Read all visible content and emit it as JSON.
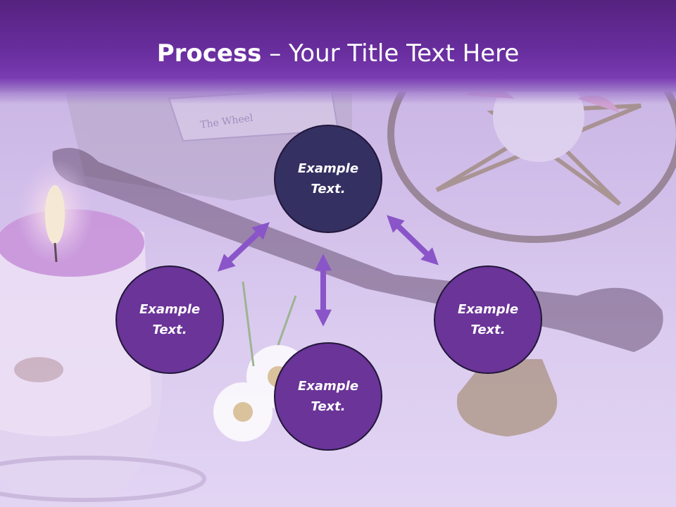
{
  "title": {
    "bold": "Process",
    "rest": " – Your Title Text Here"
  },
  "circles": [
    {
      "line1": "Example",
      "line2": "Text."
    },
    {
      "line1": "Example",
      "line2": "Text."
    },
    {
      "line1": "Example",
      "line2": "Text."
    },
    {
      "line1": "Example",
      "line2": "Text."
    }
  ],
  "background_photo": {
    "card_text": "The Wheel"
  },
  "colors": {
    "title_bar": "#6a2fa0",
    "circle_highlight": "#343062",
    "circle": "#6a3498",
    "arrow": "#8a55c8"
  }
}
